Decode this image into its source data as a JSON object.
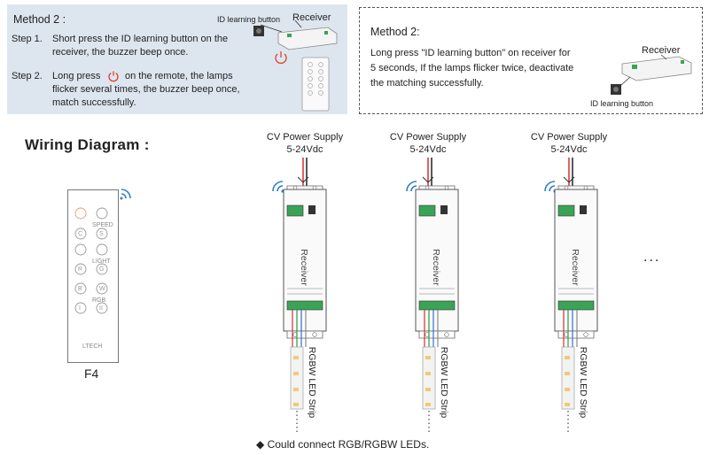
{
  "method2": {
    "title": "Method 2 :",
    "button_label": "ID learning button",
    "receiver_label": "Receiver",
    "steps": [
      {
        "label": "Step 1.",
        "text_line1": "Short press the ID learning button on the",
        "text_line2": "receiver, the buzzer beep once."
      },
      {
        "label": "Step 2.",
        "text_line1a": "Long press",
        "text_line1b": "on the remote, the lamps",
        "text_line2": "flicker several times, the buzzer beep once,",
        "text_line3": "match successfully."
      }
    ]
  },
  "method2_alt": {
    "title": "Method 2:",
    "line1": "Long press \"ID learning button\" on receiver for",
    "line2": "5 seconds, If the lamps flicker twice, deactivate",
    "line3": "the matching successfully.",
    "receiver_label": "Receiver",
    "button_label": "ID learning button"
  },
  "wiring": {
    "title": "Wiring Diagram :",
    "remote_name": "F4",
    "remote_brand": "LTECH",
    "remote_tiny_labels": [
      "SPEED",
      "LIGHT",
      "RGB"
    ],
    "remote_keys": [
      "C",
      "S",
      "R",
      "G",
      "B",
      "W",
      "I",
      "II"
    ],
    "units": [
      {
        "supply_line1": "CV Power Supply",
        "supply_line2": "5-24Vdc",
        "receiver_text": "Receiver",
        "strip_label": "RGBW LED Strip"
      },
      {
        "supply_line1": "CV Power Supply",
        "supply_line2": "5-24Vdc",
        "receiver_text": "Receiver",
        "strip_label": "RGBW LED Strip"
      },
      {
        "supply_line1": "CV Power Supply",
        "supply_line2": "5-24Vdc",
        "receiver_text": "Receiver",
        "strip_label": "RGBW LED Strip"
      }
    ],
    "more_indicator": "...",
    "footnote": "Could connect RGB/RGBW LEDs."
  },
  "colors": {
    "panel_bg": "#dde6ef",
    "power_icon": "#e0402a",
    "wifi_icon": "#2f7fc8",
    "terminal_green": "#3aa356"
  }
}
